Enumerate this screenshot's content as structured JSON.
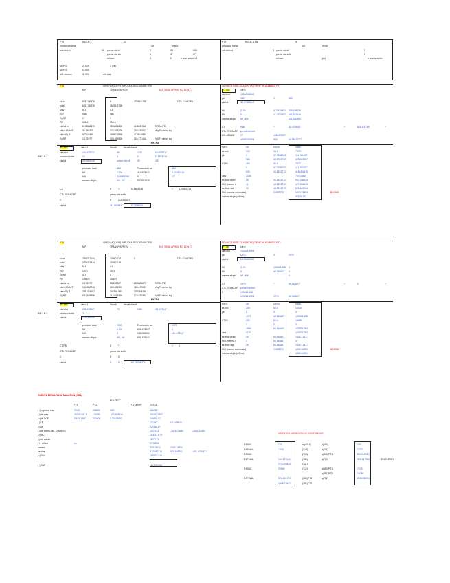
{
  "top_left": {
    "c1": "PT1",
    "c2": "INIC-N-1",
    "c3": "12",
    "r2a": "producto buena",
    "r2b": "ud",
    "r2c": "precio",
    "r3a": "uds defect",
    "r3b": "18",
    "r3c": "precio vta inf",
    "r3d": "3",
    "r3e": "35",
    "r3f": "105",
    "r4a": "precio vta sin",
    "r4b": "8",
    "r4c": "3",
    "r4d": "27",
    "r5a": "rehace",
    "r5b": "5",
    "r5c": "5",
    "r5d": "h adic sección 1",
    "r6a": "MI PT1",
    "r6b": "2.00%",
    "r6c": "3 (pb)",
    "r7a": "MI PT2",
    "r7b": "0.00%",
    "r8a": "MII. comerc",
    "r8b": "3.00%",
    "r8c": "s/b vtas"
  },
  "top_right": {
    "c1": "PT2",
    "c2": "INIC-N-1 T.N",
    "c3": "5",
    "r2a": "producto buena",
    "r2b": "ud",
    "r2c": "precio",
    "r3a": "uds defect",
    "r3b": "5",
    "r3c": "precio vta inf",
    "r3d": "0",
    "r4a": "precio vta imb",
    "r4b": "0",
    "r5a": "rehace",
    "r5b": "(pb)",
    "r5c": "h adic sección"
  },
  "s1": {
    "title": "PT1",
    "head": "AIRO V AQUI FQ IMPUTA A SECCIONAN TES",
    "mp": "MP",
    "tr": "TRANSf+APROV",
    "note": "NO TIENIL APROV PQ SON CT",
    "rows": [
      [
        "ct en",
        "6317.00975",
        "0",
        "35265.8788",
        "",
        "CTIL CUADRO"
      ],
      [
        "total",
        "6317.00975",
        "35265.8788",
        "",
        "",
        ""
      ],
      [
        "MkyT",
        "5.4",
        "4.8",
        "",
        "",
        ""
      ],
      [
        "EyT",
        "986",
        "986",
        "",
        "",
        ""
      ],
      [
        "Ey NT",
        "2",
        "3",
        "",
        "",
        ""
      ],
      [
        "PE",
        "006.4",
        "059.8",
        "",
        "",
        ""
      ],
      [
        "cte/ud eq",
        "6.35588499",
        "35.4458816",
        "41.8457616",
        "TOTAL PE",
        ""
      ],
      [
        "cte n-1 MkyT",
        "34.548379",
        "370.332278",
        "204.675017",
        "MkyT* cte/ud eq",
        ""
      ],
      [
        "cte n Ey T",
        "6270.8466",
        "36880.0888",
        "41250.8854",
        "",
        ""
      ],
      [
        "Ey NT",
        "12.71977",
        "106.457826",
        "119.177444",
        "EyNT* cte/ud eq",
        ""
      ]
    ],
    "extra": "EXTRA",
    "pt": {
      "a": "PT hk1",
      "b": "cte n-1",
      "c": "%scab",
      "d": "%scab tramf"
    },
    "r2": [
      [
        "cte total",
        "204.675017",
        "35",
        "175",
        "414.425017"
      ],
      [
        "producto total",
        "17",
        "3",
        "3",
        "34.5583048"
      ],
      [
        "cte/ud",
        "34.5583048",
        "precio vta inf",
        "35",
        "105"
      ]
    ],
    "inic": "INICI-N-1",
    "prod": [
      [
        "producto total",
        "888",
        "Producción ta",
        "888"
      ],
      [
        "MI",
        "2.0%",
        "414.675017",
        "8.20351315"
      ],
      [
        "MII",
        "34.5583088",
        "0",
        "12"
      ],
      [
        "merma alkpio",
        "MI - MII",
        "8.20351315"
      ]
    ],
    "ct": [
      [
        "CT",
        "0",
        "+",
        "34.5583048",
        "+",
        "8.20351315"
      ],
      [
        "CTL REHACER",
        "precio vta sin b"
      ],
      [
        "0",
        "0",
        "111.062427"
      ],
      [
        "cte/ud",
        "111.062427",
        "0",
        "37.3208003"
      ]
    ]
  },
  "s1r": {
    "title": "SE HACE ESTE CUADRO PQ TIENE % ACABADO PT1",
    "a": "PT hk1",
    "b": "cte n",
    "rows": [
      [
        "cte total",
        "41250.88545",
        "",
        ""
      ],
      [
        "pb",
        "960",
        "2",
        "983"
      ],
      [
        "cte/ud",
        "41.07984819",
        "",
        ""
      ],
      [
        "MI",
        "2.0%",
        "41250.8854",
        "825.108700"
      ],
      [
        "MII",
        "0",
        "41.0793497",
        "501.681816"
      ],
      [
        "merma alkpio",
        "MI - MII",
        "",
        "321.530800"
      ],
      [
        "CT",
        "988",
        "*",
        "41.0793497",
        "+",
        "825.108700",
        "+"
      ],
      [
        "CTL REHACER",
        "precio vta imb"
      ],
      [
        "531.481528",
        "27",
        "40649.5057"
      ],
      [
        "",
        "40669.50568",
        "933",
        "43.56874771"
      ]
    ],
    "rifo": [
      [
        "RIFO",
        "ud",
        "precio",
        "saldo"
      ],
      [
        "es inic",
        "330",
        "34.5",
        "7575"
      ],
      [
        "pb",
        "3",
        "37.3208003",
        "111.962427"
      ],
      [
        "",
        "983",
        "43.5874772",
        "42890.5657"
      ],
      [
        "VTAS",
        "150",
        "50.5",
        "7575"
      ],
      [
        "",
        "3",
        "37.3208003",
        "111.962427"
      ],
      [
        "",
        "830",
        "43.5874772",
        "41851.6519"
      ],
      [
        "vtas",
        "2338",
        "",
        "7575.6519"
      ],
      [
        "es final teoric",
        "25",
        "43.5874772",
        "907.006165"
      ],
      [
        "MIII (merma n",
        "11",
        "43.5874772",
        "477.266619"
      ],
      [
        "es final real",
        "10",
        "43.5874772",
        "520.645764"
      ],
      [
        "MIII (merma esti mada)",
        "",
        "COMERC",
        "1476.75684",
        "58 VTAS"
      ],
      [
        "merma alkpio (dif inv)",
        "",
        "",
        "908.54122"
      ]
    ]
  },
  "s2": {
    "title": "PT2",
    "head": "AIRO V AQUI FQ IMPUTA A SECCIONAN TES",
    "mp": "MP",
    "tr": "TRANSf+APROV",
    "note": "NO TIENIL APROV PQ SON CT",
    "rows": [
      [
        "ct en",
        "25007.2544",
        "10560.018",
        "0",
        "",
        "CTIL CUADRO"
      ],
      [
        "total",
        "25007.2544",
        "10560.018",
        "",
        "",
        ""
      ],
      [
        "MkyT",
        "9.8",
        "4.9",
        "",
        "",
        ""
      ],
      [
        "EyT",
        "1975",
        "1975",
        "",
        "",
        ""
      ],
      [
        "Ey NT",
        "4.8",
        "4",
        "",
        "",
        ""
      ],
      [
        "PE",
        "1980.5",
        "1980.9",
        "",
        "",
        ""
      ],
      [
        "cte/ud eq",
        "12.71977",
        "53.228807",
        "65.9480677",
        "TOTAL PE",
        ""
      ],
      [
        "cte n-1 MkyT",
        "124.652746",
        "260.821301",
        "385.475047",
        "MkyT* cte/ud eq",
        ""
      ],
      [
        "cte n Ey T",
        "25121.5457",
        "105126.833",
        "130248.498",
        "",
        ""
      ],
      [
        "Ey NT",
        "61.0548958",
        "212.015346",
        "273.070304",
        "EyNT* cte/ud eq",
        ""
      ]
    ],
    "extra": "EXTRA",
    "pt": {
      "a": "PT hk2",
      "b": "cte n-1",
      "c": "%scab",
      "d": "%scab tramf"
    },
    "r2": [
      [
        "cte total",
        "281.475047",
        "75",
        "235",
        "691.475047"
      ],
      [
        "producto total",
        "2",
        "",
        "",
        ""
      ],
      [
        "cte/ud",
        "130.080000",
        "",
        "",
        ""
      ]
    ],
    "inic": "INICI-N-1",
    "prod": [
      [
        "producto total",
        "1980",
        "Producción ta",
        "1975"
      ],
      [
        "MI",
        "0.0%",
        "691.475047",
        "0"
      ],
      [
        "MII",
        "5",
        "130.005000",
        "691.475047"
      ],
      [
        "merma alkpio",
        "MI - MII",
        "691.475047"
      ]
    ],
    "ct": [
      [
        "CT PB",
        "0",
        "*",
        "",
        "+",
        "0"
      ],
      [
        "CTL REHACER",
        "precio vta sin b"
      ],
      [
        "0",
        "0",
        "0"
      ],
      [
        "cte/ud",
        "0",
        "0",
        "NO TIENE PB"
      ]
    ]
  },
  "s2r": {
    "title": "SE HACE ESTE CUADRO PQ TIENE % ACABADO PT2",
    "a": "PT hk",
    "b": "cte n",
    "rows": [
      [
        "cte total",
        "130248.4998",
        "",
        ""
      ],
      [
        "pb",
        "1975",
        "0",
        "1975"
      ],
      [
        "cte/ud",
        "65.94860689",
        "",
        ""
      ],
      [
        "MI",
        "0.0%",
        "130248.498",
        "0"
      ],
      [
        "MII",
        "0",
        "65.948607",
        "0"
      ],
      [
        "merma alkpio",
        "MI - MII",
        "",
        "0"
      ],
      [
        "CT",
        "1975",
        "*",
        "65.948607",
        "+",
        "0",
        "+"
      ],
      [
        "CTL REHACER",
        "precio vta imb"
      ],
      [
        "0",
        "130248.498"
      ],
      [
        "",
        "130248.4998",
        "1975",
        "65.948607"
      ]
    ],
    "rifo": [
      [
        "RIFO",
        "ud",
        "precio",
        "saldo"
      ],
      [
        "es inic",
        "200",
        "80.4",
        "16080"
      ],
      [
        "pb",
        "0",
        "0",
        "0"
      ],
      [
        "",
        "1975",
        "65.948607",
        "130248.498"
      ],
      [
        "VTAS",
        "200",
        "80.4",
        "16080"
      ],
      [
        "",
        "0",
        "0",
        "0"
      ],
      [
        "",
        "1950",
        "65.948607",
        "128599.784"
      ],
      [
        "vtas",
        "2150",
        "",
        "144679.784"
      ],
      [
        "es final teoric",
        "25",
        "65.948607",
        "1648.71517"
      ],
      [
        "MIII (merma n",
        "0",
        "65.948607",
        "0"
      ],
      [
        "es final real",
        "25",
        "65.948607",
        "1648.71517"
      ],
      [
        "MIII (merma esti mada)",
        "",
        "COMERC",
        "4340.16951",
        "58 VTAS"
      ],
      [
        "merma alkpio (dif inv)",
        "",
        "",
        "4340.16951"
      ]
    ]
  },
  "cra": {
    "title": "CUENTA RESULTADO ANALITICA (CRA)",
    "head": [
      "PT1",
      "PT2",
      "POLFECT",
      "P VTA INF",
      "TOTAL"
    ],
    "rows": [
      [
        "(+)ingresos vtas",
        "75945",
        "236000",
        "105",
        "386050"
      ],
      [
        "(-)cte vtas",
        "-46326.6613",
        "-16080",
        "-103.668814",
        "-65433.3302"
      ],
      [
        "(=)MI DCE",
        "23618.3387",
        "220400",
        "1.33108557",
        "249516.67"
      ],
      [
        "(-)CF",
        "",
        "",
        "",
        "-21400",
        "CF APROV"
      ],
      [
        "(=)MI",
        "",
        "",
        "",
        "222116.67"
      ],
      [
        "(-)cte comer-MII. COMERC",
        "",
        "",
        "",
        "-2275.61",
        "-1476.75684",
        "-4340.16951"
      ],
      [
        "(=)MC",
        "",
        "",
        "",
        "218067.879"
      ],
      [
        "(-)cte admin",
        "",
        "",
        "",
        "-3079.72"
      ],
      [
        "(+ - dif inv",
        "mp",
        "",
        "",
        "17.08015"
      ],
      [
        "comerc",
        "",
        "",
        "",
        "928.54122",
        "4340.16951"
      ],
      [
        "perdas",
        "",
        "",
        "",
        "8.20351315",
        "521.518801",
        "-691.475047",
        "0"
      ],
      [
        "(=)RAA",
        "",
        "",
        "",
        "189172.016"
      ],
      [
        "(+)RAP",
        "",
        "",
        "",
        "189172.016"
      ]
    ]
  },
  "mov": {
    "title": "ASIENTOS VARIACIÓN DE EXISTENCIAS",
    "rows": [
      [
        "EXINIC",
        "150",
        "mp(311)",
        "a(610)",
        "150"
      ],
      [
        "EXFINAL",
        "1275",
        "(310)",
        "a(611)",
        "1275"
      ],
      [
        "EXINIC",
        "",
        "(710)",
        "a(330)PT1",
        "EN CURSO"
      ],
      [
        "EXFINAL",
        "110.177444",
        "(330)",
        "a(710)",
        "303.147588",
        "EN CURSO"
      ],
      [
        "",
        "273.070844",
        "(331)",
        ""
      ],
      [
        "EXINIC",
        "20655",
        "(712)",
        "a(350)PT1",
        "7575"
      ],
      [
        "",
        "",
        "",
        "a(351)PT2",
        "16080"
      ],
      [
        "EXFINAL",
        "520.645764",
        "(350)PT1",
        "a(712)",
        "2180.36004"
      ],
      [
        "",
        "1648.71517",
        "(351)PT2",
        ""
      ]
    ]
  }
}
